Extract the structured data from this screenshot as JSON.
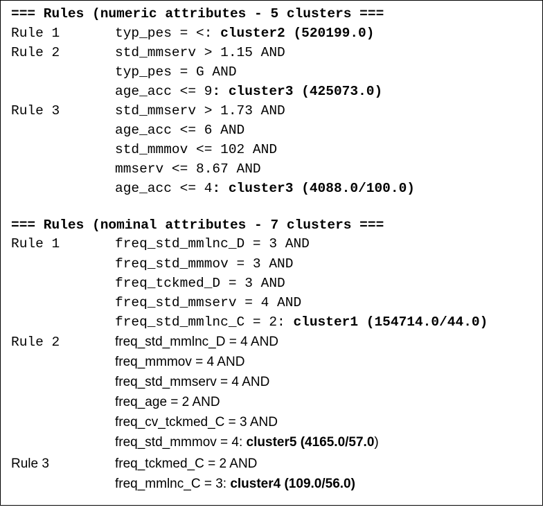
{
  "numeric": {
    "header": "=== Rules (numeric attributes - 5 clusters ===",
    "rule1": {
      "label": "Rule 1",
      "l1": {
        "text": "typ_pes = <: ",
        "bold": "cluster2 (520199.0)"
      }
    },
    "rule2": {
      "label": "Rule 2",
      "l1": "std_mmserv > 1.15 AND",
      "l2": "typ_pes = G AND",
      "l3": {
        "text": "age_acc <= 9",
        "bold": ": cluster3 (425073.0)"
      }
    },
    "rule3": {
      "label": "Rule 3",
      "l1": "std_mmserv > 1.73 AND",
      "l2": "age_acc <= 6 AND",
      "l3": "std_mmmov <= 102 AND",
      "l4": "mmserv <= 8.67 AND",
      "l5": {
        "text": "age_acc <= 4",
        "bold": ": cluster3 (4088.0/100.0)"
      }
    }
  },
  "nominal": {
    "header": "=== Rules (nominal attributes - 7 clusters ===",
    "rule1": {
      "label": "Rule 1",
      "l1": "freq_std_mmlnc_D = 3 AND",
      "l2": "freq_std_mmmov = 3 AND",
      "l3": "freq_tckmed_D = 3 AND",
      "l4": "freq_std_mmserv = 4 AND",
      "l5": {
        "text": "freq_std_mmlnc_C = 2: ",
        "bold": "cluster1 (154714.0/44.0)"
      }
    },
    "rule2": {
      "label": "Rule 2",
      "l1": "freq_std_mmlnc_D = 4 AND",
      "l2": "freq_mmmov = 4 AND",
      "l3": "freq_std_mmserv = 4 AND",
      "l4": "freq_age = 2 AND",
      "l5": "freq_cv_tckmed_C = 3 AND",
      "l6": {
        "text": "freq_std_mmmov = 4: ",
        "bold": "cluster5 (4165.0/57.0",
        "tail": ")"
      }
    },
    "rule3": {
      "label": "Rule 3",
      "l1": "freq_tckmed_C = 2 AND",
      "l2": {
        "text": "freq_mmlnc_C = 3: ",
        "bold": "cluster4 (109.0/56.0)"
      }
    }
  }
}
